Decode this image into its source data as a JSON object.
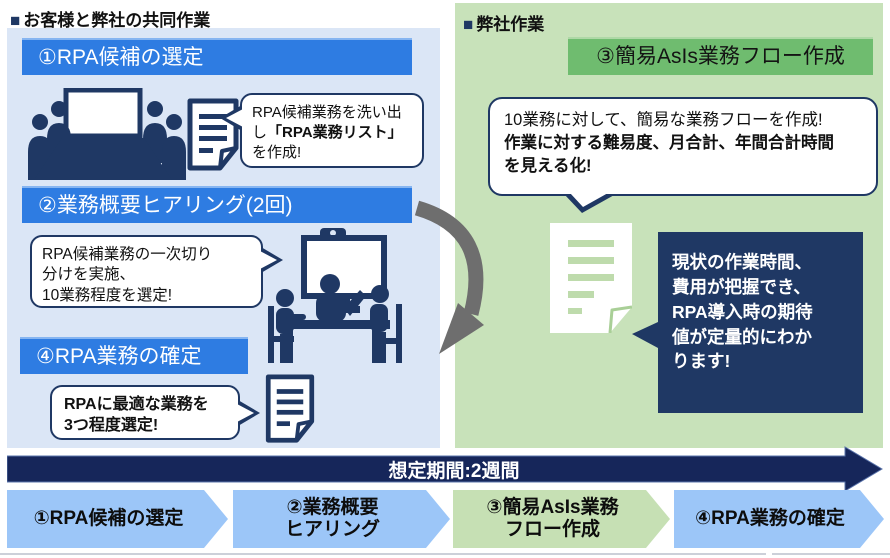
{
  "left_section": {
    "bullet": "■",
    "title": "お客様と弊社の共同作業",
    "step1_label": "①RPA候補の選定",
    "bubble1": {
      "pre": "RPA候補業務を洗い出し",
      "bold": "「RPA業務リスト」",
      "post": "を作成!"
    },
    "step2_label": "②業務概要ヒアリング(2回)",
    "bubble2": {
      "line1": "RPA候補業務の一次切り",
      "line2": "分けを実施、",
      "line3": "10業務程度を選定!"
    },
    "step4_label": "④RPA業務の確定",
    "bubble4": {
      "line1": "RPAに最適な業務を",
      "line2": "3つ程度選定!"
    }
  },
  "right_section": {
    "bullet": "■",
    "title": "弊社作業",
    "step3_label": "③簡易AsIs業務フロー作成",
    "bubble3": {
      "line1": "10業務に対して、簡易な業務フローを作成!",
      "line2_bold": "作業に対する難易度、月合計、年間合計時間",
      "line3_bold": "を見える化!"
    },
    "benefit_callout": {
      "line1": "現状の作業時間、",
      "line2": "費用が把握でき、",
      "line3": "RPA導入時の期待",
      "line4": "値が定量的にわか",
      "line5": "ります!"
    }
  },
  "timeline_label": "想定期間:2週間",
  "process_steps": [
    {
      "line1": "①RPA候補の選定",
      "color": "#9cc6f8"
    },
    {
      "line1": "②業務概要",
      "line2": "ヒアリング",
      "color": "#9cc6f8"
    },
    {
      "line1": "③簡易AsIs業務",
      "line2": "フロー作成",
      "color": "#c6e0b4"
    },
    {
      "line1": "④RPA業務の確定",
      "color": "#9cc6f8"
    }
  ],
  "icons": {
    "meeting": "meeting-icon",
    "rpa_list_document": "document-icon",
    "video_conference": "video-conference-icon",
    "final_document": "document-icon",
    "flow_document": "flow-document-icon",
    "loop_arrow": "curved-arrow-icon",
    "timeline": "timeline-arrow"
  },
  "colors": {
    "panel_blue": "#dbe6f6",
    "panel_green": "#c8e2ba",
    "step_header_blue": "#2e7ce2",
    "step_header_green": "#6fbc6f",
    "navy": "#1f3864",
    "banner_navy": "#16265a",
    "chevron_blue": "#9cc6f8",
    "chevron_green": "#c6e0b4",
    "arrow_gray": "#6e6e6e",
    "bubble_border": "#1f3864"
  }
}
